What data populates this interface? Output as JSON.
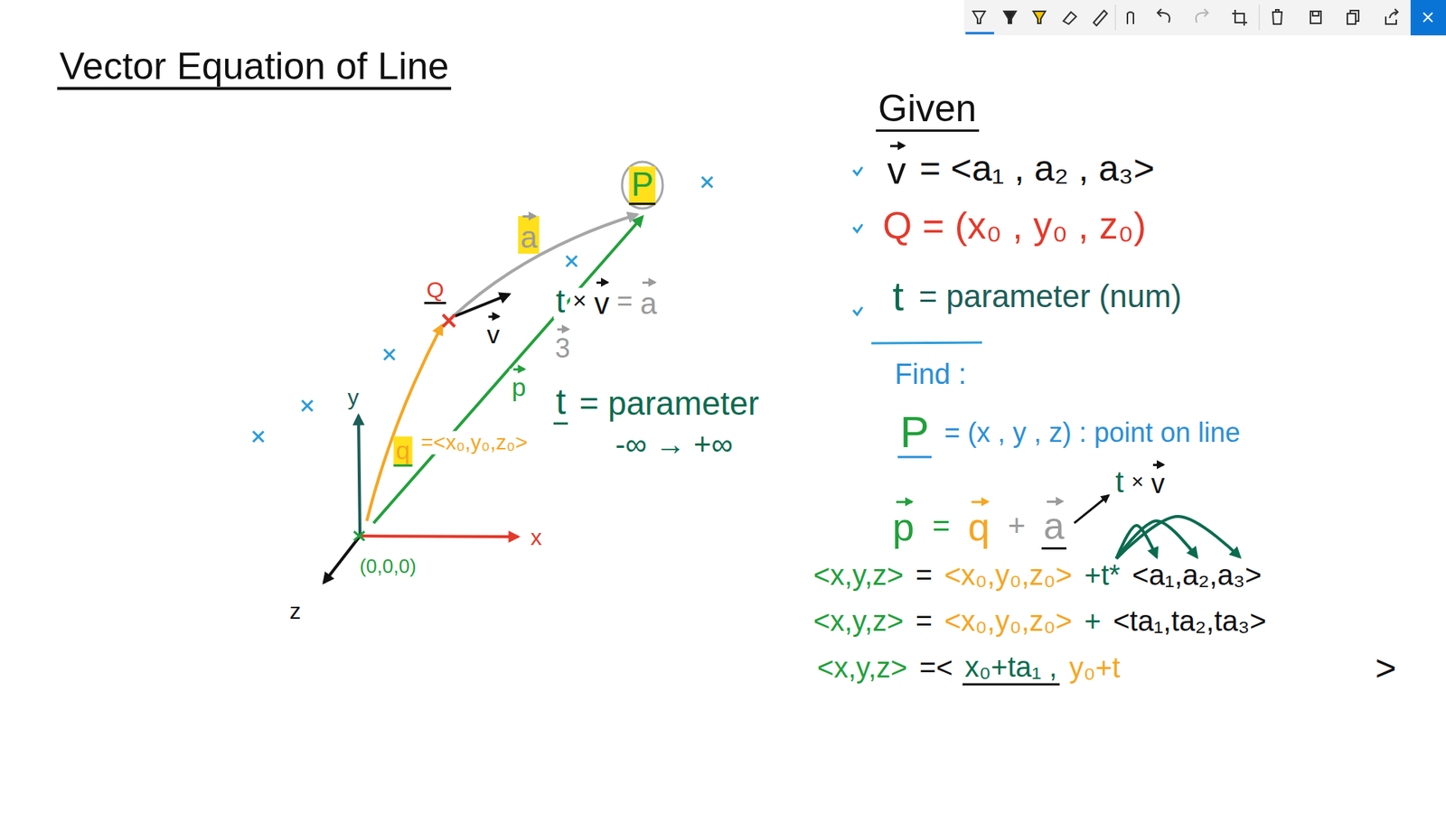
{
  "diagram": {
    "title": "Vector Equation of Line",
    "labels": [
      "P",
      "a",
      "Q",
      "v",
      "t",
      "×",
      "v",
      "=",
      "a",
      "3",
      "p",
      "y",
      "x",
      "z",
      "(0,0,0)",
      "q",
      "=<x₀,y₀,z₀>",
      "t",
      "= parameter",
      "-∞ → +∞",
      "Given",
      "v",
      "= <a₁ , a₂ , a₃>",
      "Q = (x₀ , y₀ , z₀)",
      "t",
      "= parameter (num)",
      "Find :",
      "P",
      "= (x , y , z) : point on line",
      "p",
      "=",
      "q",
      "+",
      "a",
      "t",
      "×",
      "v",
      "<x,y,z>",
      "=",
      "<x₀,y₀,z₀>",
      "+t*",
      "<a₁,a₂,a₃>",
      "<x,y,z>",
      "=",
      "<x₀,y₀,z₀>",
      "+",
      "<ta₁,ta₂,ta₃>",
      "<x,y,z>",
      "=<",
      "x₀+ta₁ ,",
      "y₀+t",
      ">"
    ]
  }
}
